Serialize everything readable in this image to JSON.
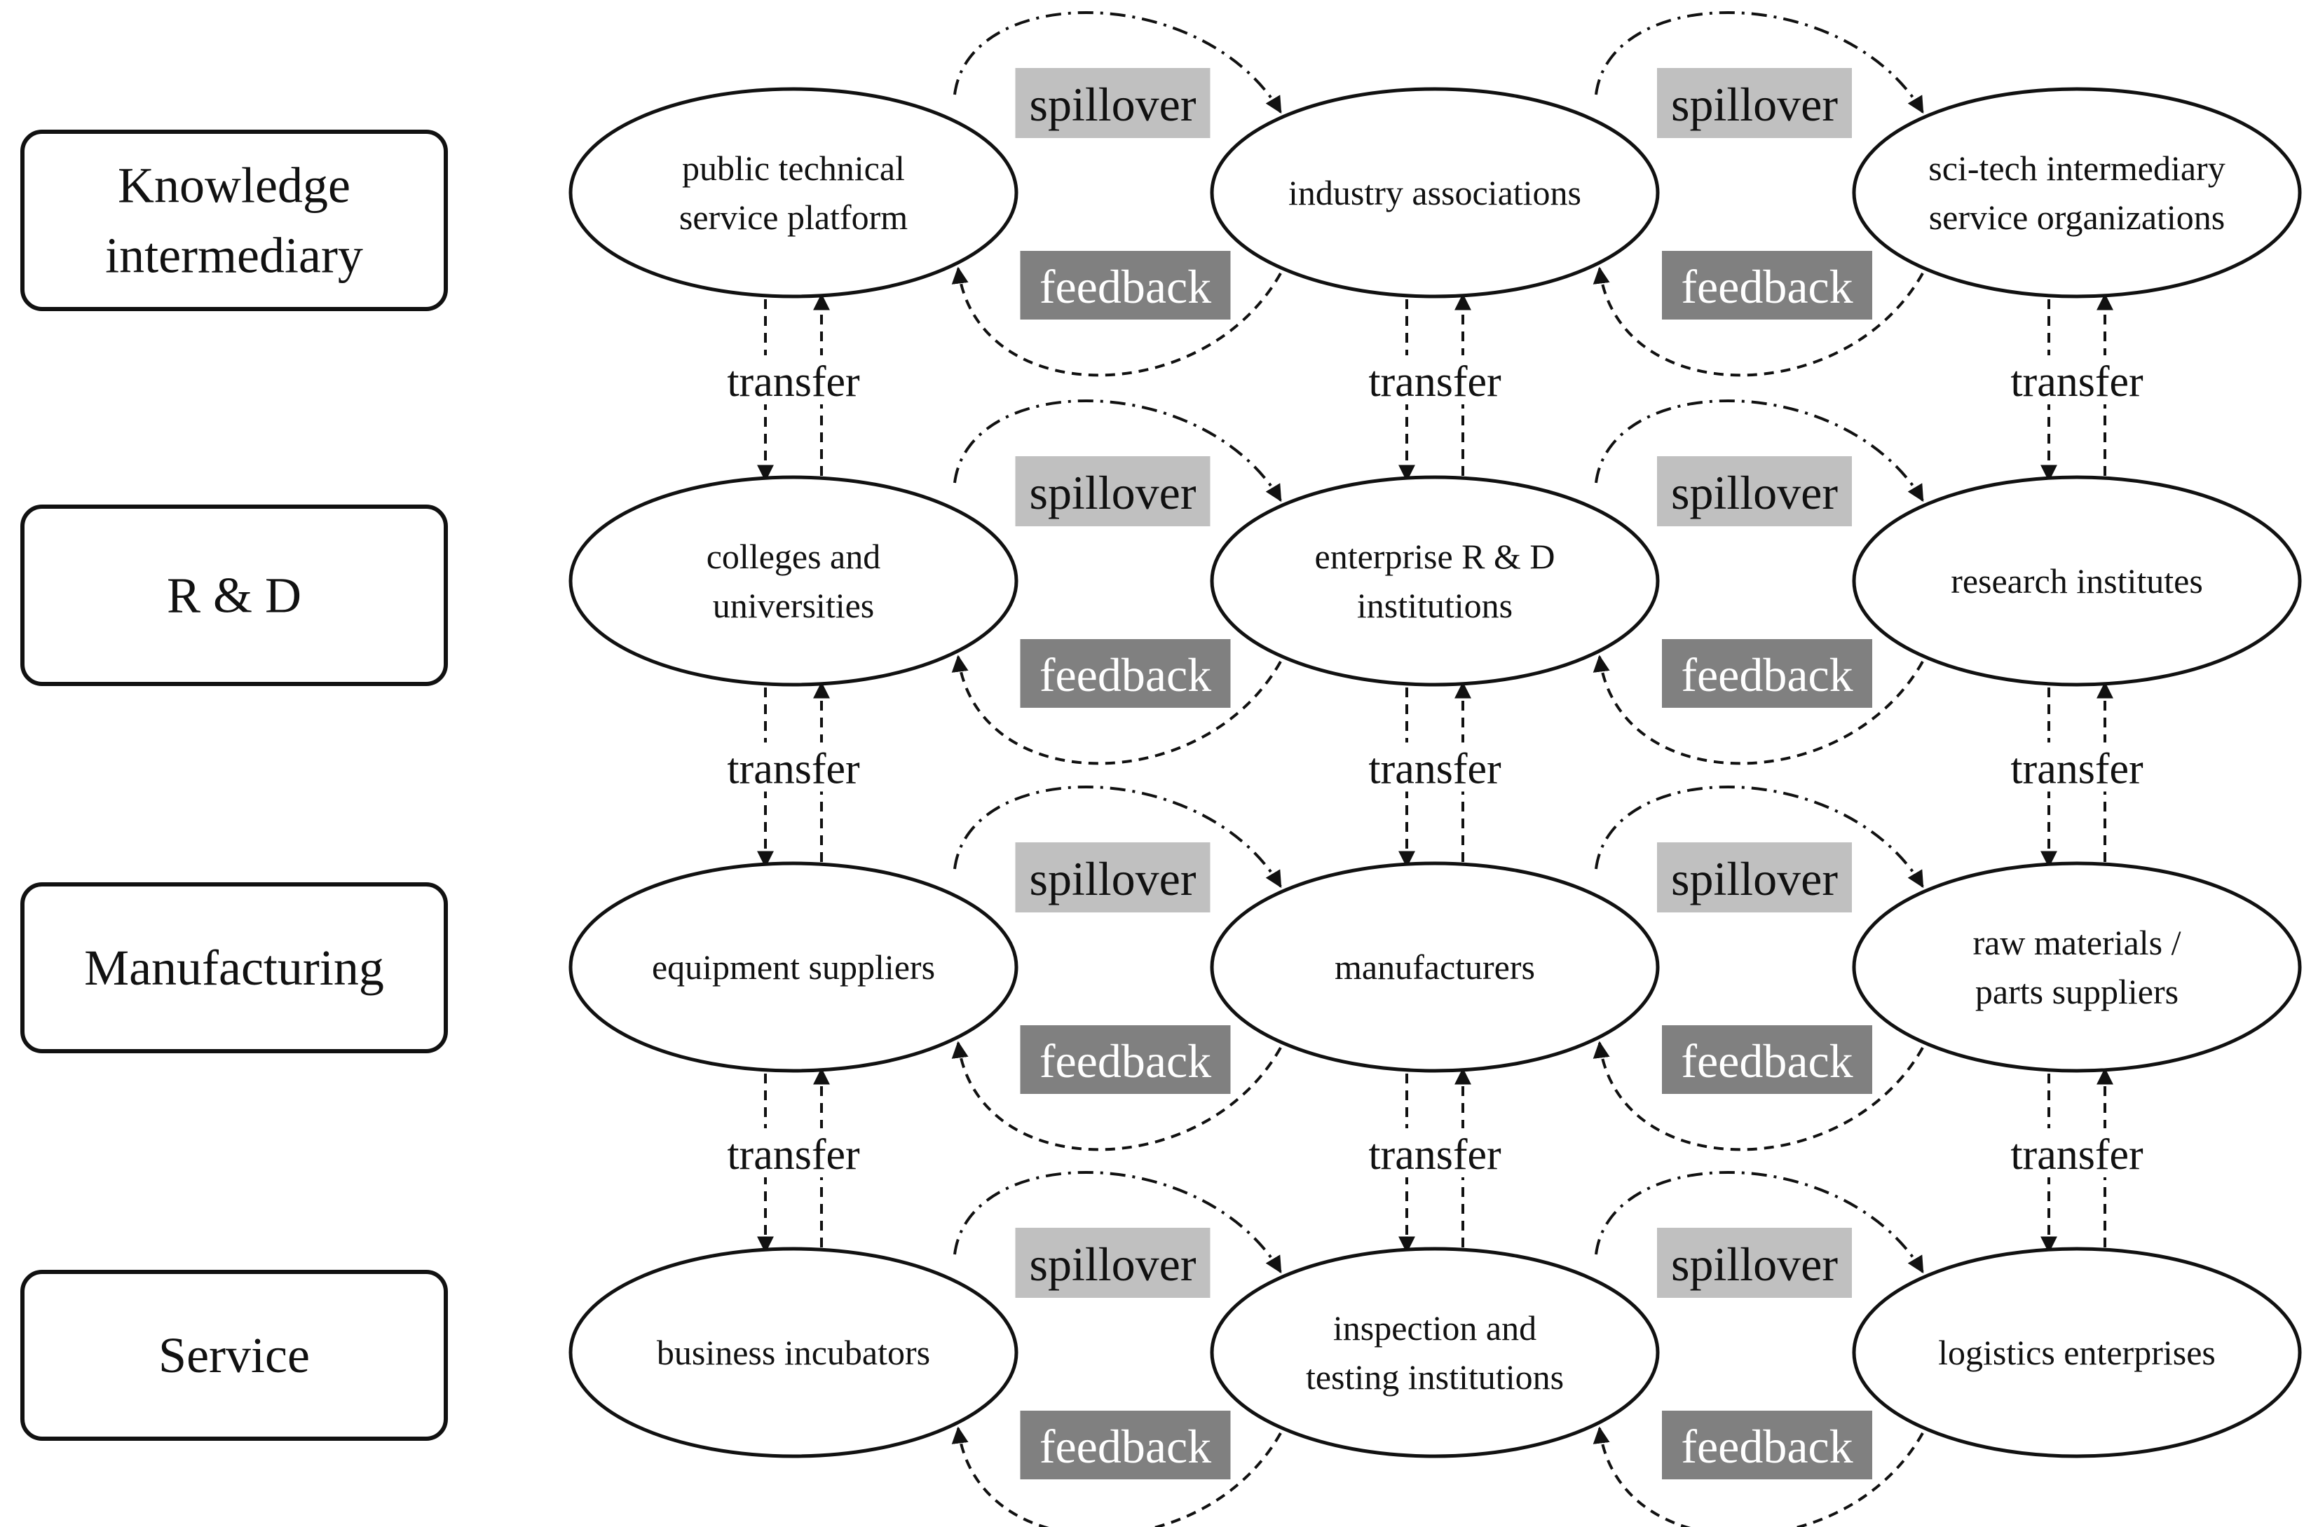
{
  "layers": [
    {
      "id": "knowledge",
      "lines": [
        "Knowledge",
        "intermediary"
      ]
    },
    {
      "id": "rd",
      "lines": [
        "R & D"
      ]
    },
    {
      "id": "manufacturing",
      "lines": [
        "Manufacturing"
      ]
    },
    {
      "id": "service",
      "lines": [
        "Service"
      ]
    }
  ],
  "nodes": [
    [
      {
        "id": "public-technical-service-platform",
        "lines": [
          "public technical",
          "service platform"
        ]
      },
      {
        "id": "industry-associations",
        "lines": [
          "industry associations"
        ]
      },
      {
        "id": "sci-tech-intermediary-service-organizations",
        "lines": [
          "sci-tech  intermediary",
          "service organizations"
        ]
      }
    ],
    [
      {
        "id": "colleges-and-universities",
        "lines": [
          "colleges and",
          "universities"
        ]
      },
      {
        "id": "enterprise-rd-institutions",
        "lines": [
          "enterprise R & D",
          "institutions"
        ]
      },
      {
        "id": "research-institutes",
        "lines": [
          "research institutes"
        ]
      }
    ],
    [
      {
        "id": "equipment-suppliers",
        "lines": [
          "equipment suppliers"
        ]
      },
      {
        "id": "manufacturers",
        "lines": [
          "manufacturers"
        ]
      },
      {
        "id": "raw-materials-parts-suppliers",
        "lines": [
          "raw materials /",
          "parts suppliers"
        ]
      }
    ],
    [
      {
        "id": "business-incubators",
        "lines": [
          "business incubators"
        ]
      },
      {
        "id": "inspection-and-testing-institutions",
        "lines": [
          "inspection and",
          "testing institutions"
        ]
      },
      {
        "id": "logistics-enterprises",
        "lines": [
          "logistics enterprises"
        ]
      }
    ]
  ],
  "edge_labels": {
    "spillover": "spillover",
    "feedback": "feedback",
    "transfer": "transfer"
  },
  "colors": {
    "spillover_bg": "#c0c0c0",
    "feedback_bg": "#808080",
    "stroke": "#111111"
  }
}
